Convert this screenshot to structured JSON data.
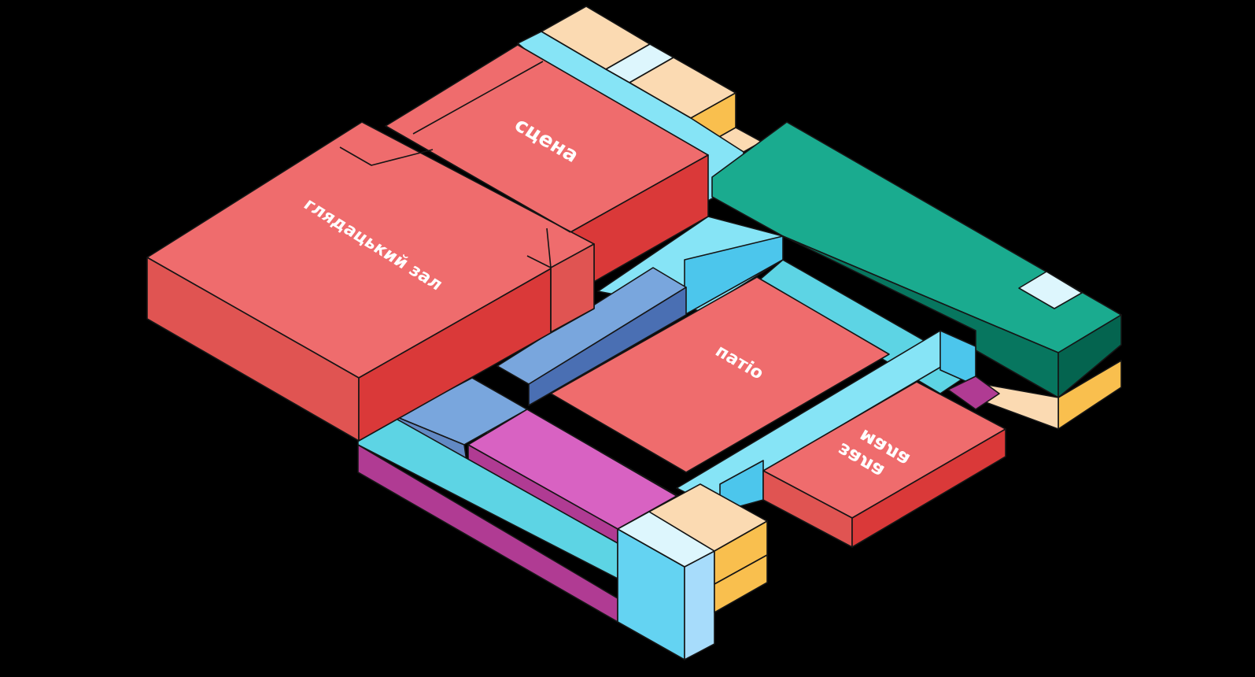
{
  "diagram": {
    "background": "#000000",
    "rooms": {
      "auditorium": {
        "label": "глядацький зал"
      },
      "stage": {
        "label": "сцена"
      },
      "patio": {
        "label": "патіо"
      },
      "small_hall": {
        "label_line1": "мала",
        "label_line2": "зала"
      }
    },
    "palette": {
      "red_top": "#ef6c6d",
      "red_left": "#e05452",
      "red_right": "#da3939",
      "cyan_top": "#86e4f6",
      "cyan_mid": "#5dd4e4",
      "cyan_side": "#4cc6ec",
      "green_top": "#1aab8f",
      "green_side": "#07765f",
      "green_dark": "#04644f",
      "peach": "#fbdab2",
      "orange": "#f9bf4e",
      "pale": "#ddf6fd",
      "blue_top": "#79a6dd",
      "blue_side": "#4a6fb3",
      "blue_mid": "#6289c4",
      "magenta_top": "#d862c2",
      "magenta_side": "#b03b93",
      "cyan_box": "#64d3f2",
      "cyan_box_side": "#a7dcfb"
    }
  }
}
